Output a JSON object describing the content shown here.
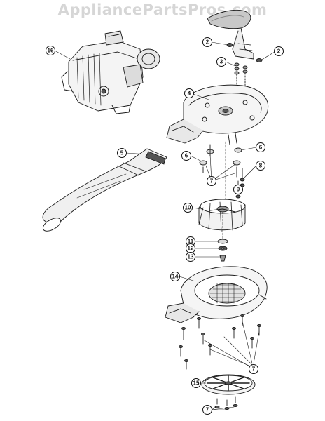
{
  "watermark": "AppliancePartsPros.com",
  "callouts": [
    "16",
    "2",
    "2",
    "3",
    "4",
    "5",
    "6",
    "6",
    "7",
    "8",
    "9",
    "10",
    "11",
    "12",
    "13",
    "14",
    "7",
    "15",
    "7"
  ],
  "colors": {
    "line": "#1a1a1a",
    "fill_light": "#f0f0f0",
    "fill_mid": "#d8d8d8",
    "fill_dark": "#555555",
    "watermark": "#d6d6d6"
  }
}
